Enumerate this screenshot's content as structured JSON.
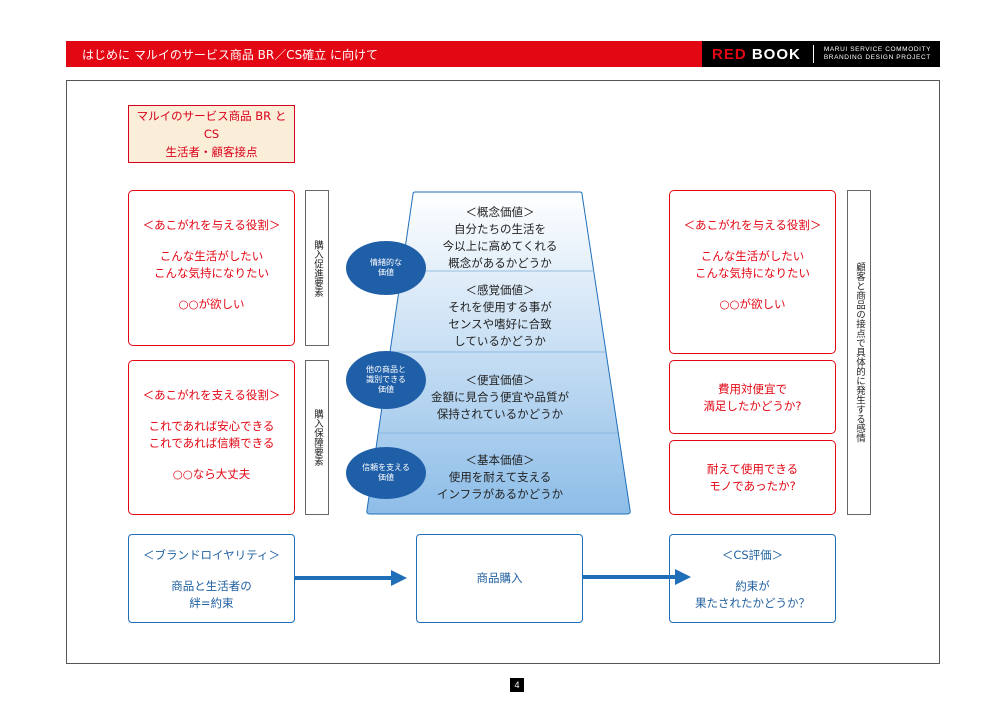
{
  "header": {
    "section_title": "はじめに マルイのサービス商品 BR／CS確立 に向けて",
    "brand_red": "RED",
    "brand_white": "BOOK",
    "sub_line1": "MARUI SERVICE COMMODITY",
    "sub_line2": "BRANDING DESIGN PROJECT"
  },
  "title_box": {
    "line1": "マルイのサービス商品 BR とCS",
    "line2": "生活者・顧客接点"
  },
  "left": {
    "aspiration_box": {
      "heading": "＜あこがれを与える役割＞",
      "line1": "こんな生活がしたい",
      "line2": "こんな気持になりたい",
      "line3": "○○が欲しい"
    },
    "aspiration_label": "購入促進要素",
    "support_box": {
      "heading": "＜あこがれを支える役割＞",
      "line1": "これであれば安心できる",
      "line2": "これであれば信頼できる",
      "line3": "○○なら大丈夫"
    },
    "support_label": "購入保障要素"
  },
  "pyramid": {
    "concept": {
      "heading": "＜概念価値＞",
      "line1": "自分たちの生活を",
      "line2": "今以上に高めてくれる",
      "line3": "概念があるかどうか"
    },
    "sensory": {
      "heading": "＜感覚価値＞",
      "line1": "それを使用する事が",
      "line2": "センスや嗜好に合致",
      "line3": "しているかどうか"
    },
    "convenience": {
      "heading": "＜便宜価値＞",
      "line1": "金額に見合う便宜や品質が",
      "line2": "保持されているかどうか"
    },
    "basic": {
      "heading": "＜基本価値＞",
      "line1": "使用を耐えて支える",
      "line2": "インフラがあるかどうか"
    }
  },
  "ovals": {
    "emotional": {
      "line1": "情緒的な",
      "line2": "価値"
    },
    "distinguish": {
      "line1": "他の商品と",
      "line2": "識別できる",
      "line3": "価値"
    },
    "trust": {
      "line1": "信頼を支える",
      "line2": "価値"
    }
  },
  "right": {
    "aspiration_box": {
      "heading": "＜あこがれを与える役割＞",
      "line1": "こんな生活がしたい",
      "line2": "こんな気持になりたい",
      "line3": "○○が欲しい"
    },
    "cost_box": {
      "line1": "費用対便宜で",
      "line2": "満足したかどうか?"
    },
    "durable_box": {
      "line1": "耐えて使用できる",
      "line2": "モノであったか?"
    },
    "side_label": "顧客と商品の接点で具体的に発生する感情"
  },
  "bottom": {
    "loyalty": {
      "heading": "＜ブランドロイヤリティ＞",
      "line1": "商品と生活者の",
      "line2": "絆=約束"
    },
    "purchase": {
      "label": "商品購入"
    },
    "cs": {
      "heading": "＜CS評価＞",
      "line1": "約束が",
      "line2": "果たされたかどうか？"
    }
  },
  "page_number": "4",
  "colors": {
    "red": "#e30613",
    "blue": "#1f6fb8",
    "oval": "#1f5fa8"
  }
}
